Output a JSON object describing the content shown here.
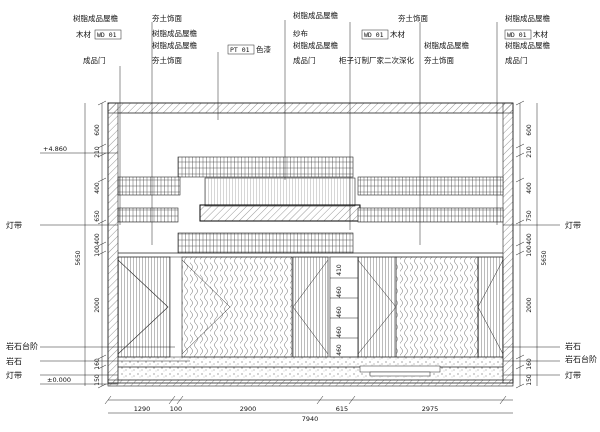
{
  "top_labels": {
    "left": [
      "树脂成品屋檐",
      "木材",
      "成品门"
    ],
    "left_material_code": "WD 01",
    "mid_left": [
      "夯土饰面",
      "树脂成品屋檐",
      "树脂成品屋檐",
      "夯土饰面"
    ],
    "paint_code": "PT 01",
    "paint_label": "色漆",
    "center": [
      "树脂成品屋檐",
      "纱布",
      "树脂成品屋檐",
      "成品门"
    ],
    "center_right": [
      "夯土饰面",
      "木材",
      "树脂成品屋檐",
      "柜子订制厂家二次深化"
    ],
    "center_right_code": "WD 01",
    "center_right_last": "夯土饰面",
    "right": [
      "树脂成品屋檐",
      "木材",
      "树脂成品屋檐",
      "成品门"
    ],
    "right_code": "WD 01"
  },
  "side_labels": {
    "left_light": "灯带",
    "left_rock_step": "岩石台阶",
    "left_rock": "岩石",
    "left_light_bottom": "灯带",
    "right_light": "灯带",
    "right_rock": "岩石",
    "right_rock_step": "岩石台阶",
    "right_light_bottom": "灯带"
  },
  "level_marks": {
    "upper": "+4.860",
    "ground": "±0.000"
  },
  "left_dims": [
    "600",
    "210",
    "400",
    "650",
    "400",
    "100",
    "2000",
    "160",
    "150"
  ],
  "left_total": "5650",
  "right_dims": [
    "600",
    "210",
    "400",
    "750",
    "400",
    "100",
    "2000",
    "160",
    "150"
  ],
  "right_total": "5650",
  "inner_dims": [
    "410",
    "460",
    "460",
    "460",
    "460"
  ],
  "bottom_dims": [
    "1290",
    "100",
    "2900",
    "615",
    "2975"
  ],
  "bottom_total": "7940"
}
